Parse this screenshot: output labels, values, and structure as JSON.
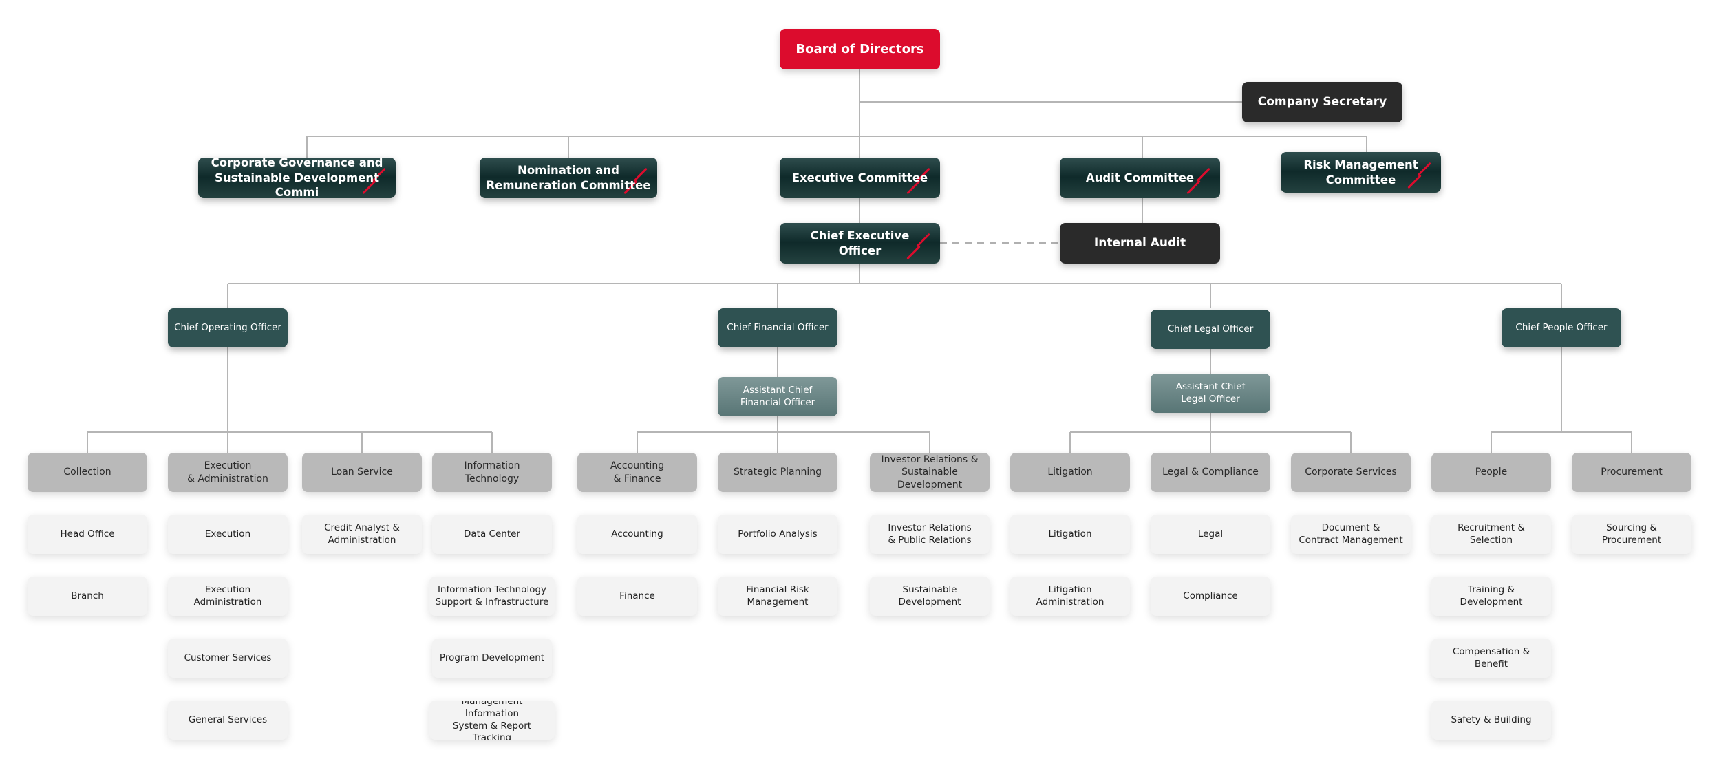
{
  "colors": {
    "board": "#dc0c2d",
    "dark_box": "#2a2a2a",
    "committee": "#163636",
    "executive": "#2f5252",
    "assistant": "#6b8787",
    "department": "#b9b9b9",
    "unit": "#f3f3f3",
    "line": "#b5b5b5"
  },
  "nodes": {
    "board": "Board of Directors",
    "company_secretary": "Company Secretary",
    "cg_committee": "Corporate Governance and\nSustainable Development Commi",
    "nomination_committee": "Nomination and\nRemuneration Committee",
    "executive_committee": "Executive Committee",
    "audit_committee": "Audit Committee",
    "risk_committee": "Risk Management\nCommittee",
    "ceo": "Chief Executive\nOfficer",
    "internal_audit": "Internal Audit",
    "coo": "Chief Operating Officer",
    "cfo": "Chief Financial Officer",
    "clo": "Chief Legal Officer",
    "cpo": "Chief People Officer",
    "acfo": "Assistant Chief\nFinancial Officer",
    "aclo": "Assistant Chief\nLegal Officer",
    "collection": "Collection",
    "exec_admin": "Execution\n& Administration",
    "loan_service": "Loan Service",
    "it": "Information Technology",
    "accounting_finance": "Accounting\n& Finance",
    "strategic_planning": "Strategic Planning",
    "ir_sd": "Investor Relations &\nSustainable Development",
    "litigation_dept": "Litigation",
    "legal_compliance": "Legal & Compliance",
    "corporate_services": "Corporate Services",
    "people": "People",
    "procurement": "Procurement",
    "head_office": "Head Office",
    "branch": "Branch",
    "execution": "Execution",
    "execution_administration": "Execution Administration",
    "customer_services": "Customer Services",
    "general_services": "General Services",
    "credit_analyst": "Credit Analyst &\nAdministration",
    "data_center": "Data Center",
    "it_support": "Information Technology\nSupport & Infrastructure",
    "program_development": "Program Development",
    "mis": "Management Information\nSystem & Report Tracking",
    "accounting": "Accounting",
    "finance": "Finance",
    "portfolio_analysis": "Portfolio Analysis",
    "financial_risk": "Financial Risk\nManagement",
    "ir_pr": "Investor Relations\n& Public Relations",
    "sustainable_development": "Sustainable Development",
    "litigation_unit": "Litigation",
    "litigation_administration": "Litigation Administration",
    "legal": "Legal",
    "compliance": "Compliance",
    "doc_contract": "Document &\nContract Management",
    "recruitment": "Recruitment & Selection",
    "training": "Training & Development",
    "compensation": "Compensation & Benefit",
    "safety": "Safety & Building",
    "sourcing": "Sourcing & Procurement"
  }
}
